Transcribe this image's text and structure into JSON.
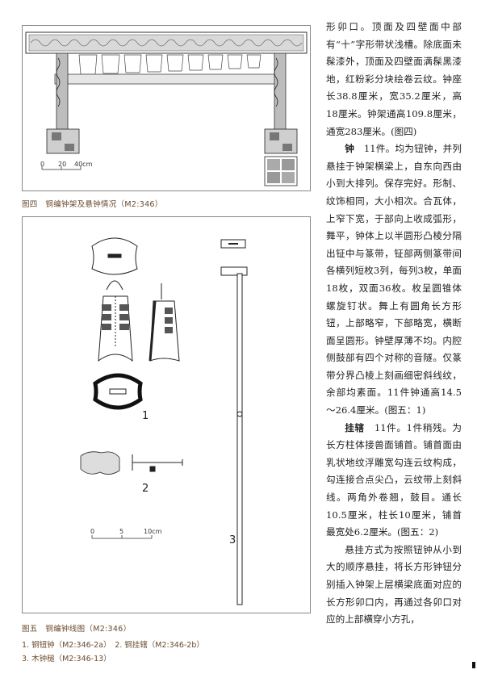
{
  "figure4": {
    "caption": "图四　铜编钟架及悬钟情况（M2:346）",
    "scale_labels": [
      "0",
      "20",
      "40cm"
    ]
  },
  "figure5": {
    "caption": "图五　铜编钟线图（M2:346）",
    "legend_line1_a": "1. 铜钮钟（M2:346-2a）",
    "legend_line1_b": "2. 铜挂辖（M2:346-2b）",
    "legend_line2": "3. 木钟槌（M2:346-13）",
    "part_labels": [
      "1",
      "2",
      "3"
    ],
    "scale_labels": [
      "0",
      "5",
      "10cm"
    ]
  },
  "text_column": {
    "p1": "形卯口。顶面及四壁面中部有“十”字形带状浅槽。除底面未髹漆外，顶面及四壁面满髹黑漆地，红粉彩分块绘卷云纹。钟座长38.8厘米，宽35.2厘米，高18厘米。钟架通高109.8厘米，通宽283厘米。(图四)",
    "p2_head": "钟",
    "p2_body": "　11件。均为钮钟，并列悬挂于钟架横梁上，自东向西由小到大排列。保存完好。形制、纹饰相同，大小相次。合瓦体，上窄下宽，于部向上收成弧形，舞平，钟体上以半圆形凸棱分隔出钲中与篆带，钲部两侧篆带间各横列短枚3列，每列3枚，单面18枚，双面36枚。枚呈圆锥体螺旋钉状。舞上有圆角长方形钮，上部略窄，下部略宽，横断面呈圆形。钟壁厚薄不均。内腔侧鼓部有四个对称的音隧。仅篆带分界凸棱上刻画细密斜线纹，余部均素面。11件钟通高14.5～26.4厘米。(图五：1)",
    "p3_head": "挂辖",
    "p3_body": "　11件。1件稍残。为长方柱体接兽面铺首。铺首面由乳状地纹浮雕宽勾连云纹构成，勾连接合点尖凸，云纹带上刻斜线。两角外卷翘，鼓目。通长10.5厘米，柱长10厘米，铺首最宽处6.2厘米。(图五：2)",
    "p4": "悬挂方式为按照钮钟从小到大的顺序悬挂，将长方形钟钮分别插入钟架上层横梁底面对应的长方形卯口内，再通过各卯口对应的上部横穿小方孔，"
  }
}
